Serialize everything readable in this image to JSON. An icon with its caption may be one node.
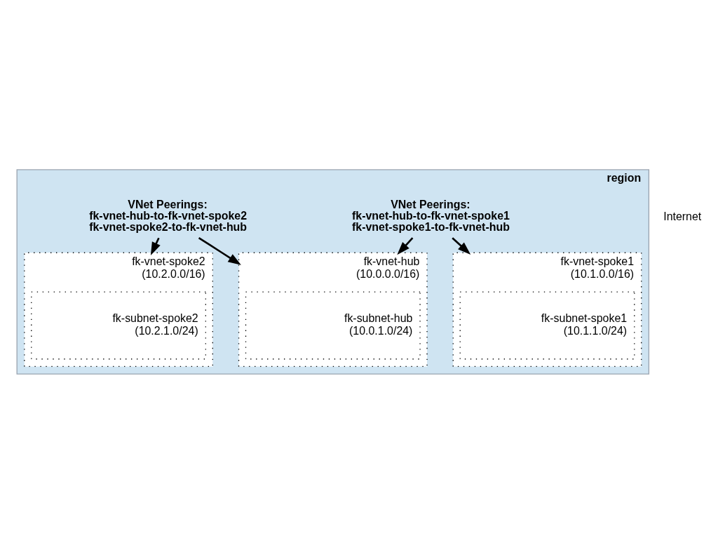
{
  "diagram": {
    "nodes": [
      {
        "text": [
          "region"
        ]
      },
      {
        "text": [
          "VNet Peerings: fk-vnet-hub-to-fk-vnet-spoke1 fk-vnet-spoke1-to-fk-vnet-hub"
        ],
        "in": 0
      },
      {
        "text": [
          "fk-vnet-spoke1 (10.1.0.0/16)"
        ],
        "in": 0
      },
      {
        "text": [
          "fk-subnet-spoke1 (10.1.1.0/24)"
        ],
        "in": 2
      },
      {
        "text": [
          "fk-vnet-hub (10.0.0.0/16)"
        ],
        "in": 0
      },
      {
        "text": [
          "fk-subnet-hub (10.0.1.0/24)"
        ],
        "in": 4
      },
      {
        "text": [
          "fk-vnet-spoke2 (10.2.0.0/16)"
        ],
        "in": 0
      },
      {
        "text": [
          "fk-subnet-spoke2 (10.2.1.0/24)"
        ],
        "in": 6
      },
      {
        "text": [
          "VNet Peerings: fk-vnet-hub-to-fk-vnet-spoke2 fk-vnet-spoke2-to-fk-vnet-hub"
        ],
        "in": 0
      },
      {
        "text": [
          "Internet"
        ]
      }
    ],
    "edges": [
      {
        "from": 1,
        "to": 2,
        "arrow": "to"
      },
      {
        "from": 1,
        "to": 4,
        "arrow": "to"
      },
      {
        "from": 8,
        "to": 4,
        "arrow": "to"
      },
      {
        "from": 8,
        "to": 6,
        "arrow": "to"
      }
    ]
  }
}
